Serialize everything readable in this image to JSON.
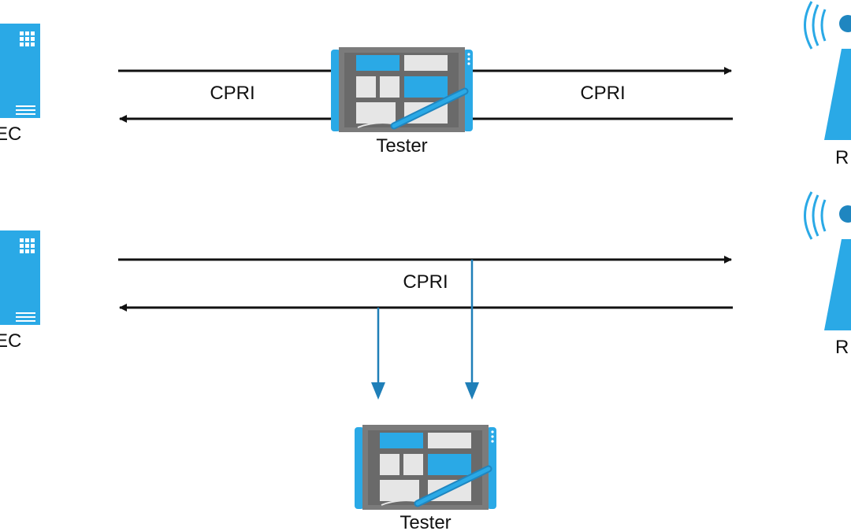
{
  "colors": {
    "accent": "#2aa9e6",
    "accent_dark": "#1f86c0",
    "tap_arrow": "#1f7fb8",
    "line": "#111111",
    "device_body": "#7b7b7b",
    "device_screen": "#e6e6e6"
  },
  "diagram_1": {
    "left_node_label": "EC",
    "right_node_label": "R",
    "link_left_label": "CPRI",
    "link_right_label": "CPRI",
    "tester_label": "Tester"
  },
  "diagram_2": {
    "left_node_label": "EC",
    "right_node_label": "R",
    "link_label": "CPRI",
    "tester_label": "Tester"
  }
}
